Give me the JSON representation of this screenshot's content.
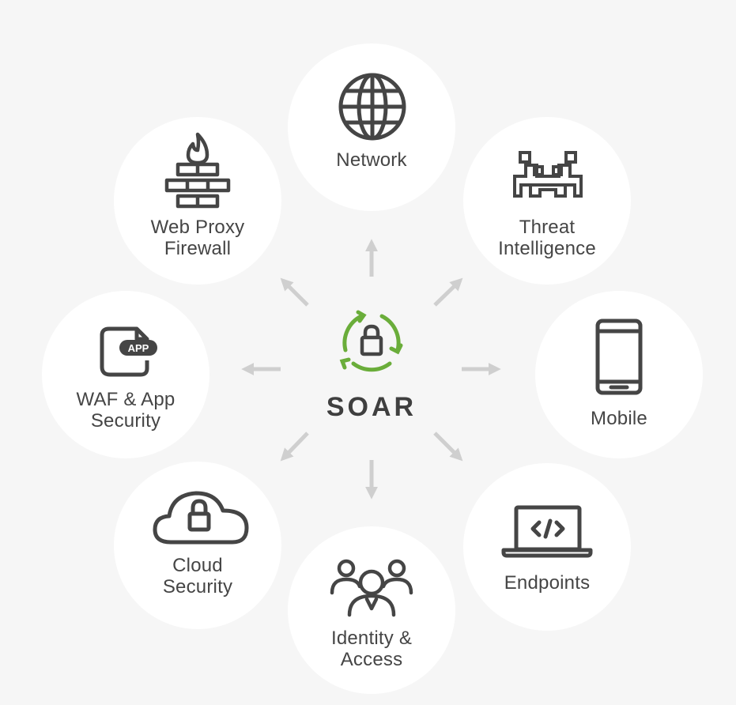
{
  "center": {
    "label": "SOAR",
    "color": "#6aad3a"
  },
  "nodes": {
    "network": {
      "label_lines": [
        "Network"
      ]
    },
    "threat": {
      "label_lines": [
        "Threat",
        "Intelligence"
      ]
    },
    "mobile": {
      "label_lines": [
        "Mobile"
      ]
    },
    "endpoints": {
      "label_lines": [
        "Endpoints"
      ]
    },
    "identity": {
      "label_lines": [
        "Identity &",
        "Access"
      ]
    },
    "cloud": {
      "label_lines": [
        "Cloud",
        "Security"
      ]
    },
    "waf": {
      "label_lines": [
        "WAF & App",
        "Security"
      ],
      "badge": "APP"
    },
    "proxy": {
      "label_lines": [
        "Web Proxy",
        "Firewall"
      ]
    }
  },
  "colors": {
    "icon": "#454545",
    "arrow": "#cfcfcf",
    "circle": "#ffffff",
    "background": "#f6f6f6"
  }
}
